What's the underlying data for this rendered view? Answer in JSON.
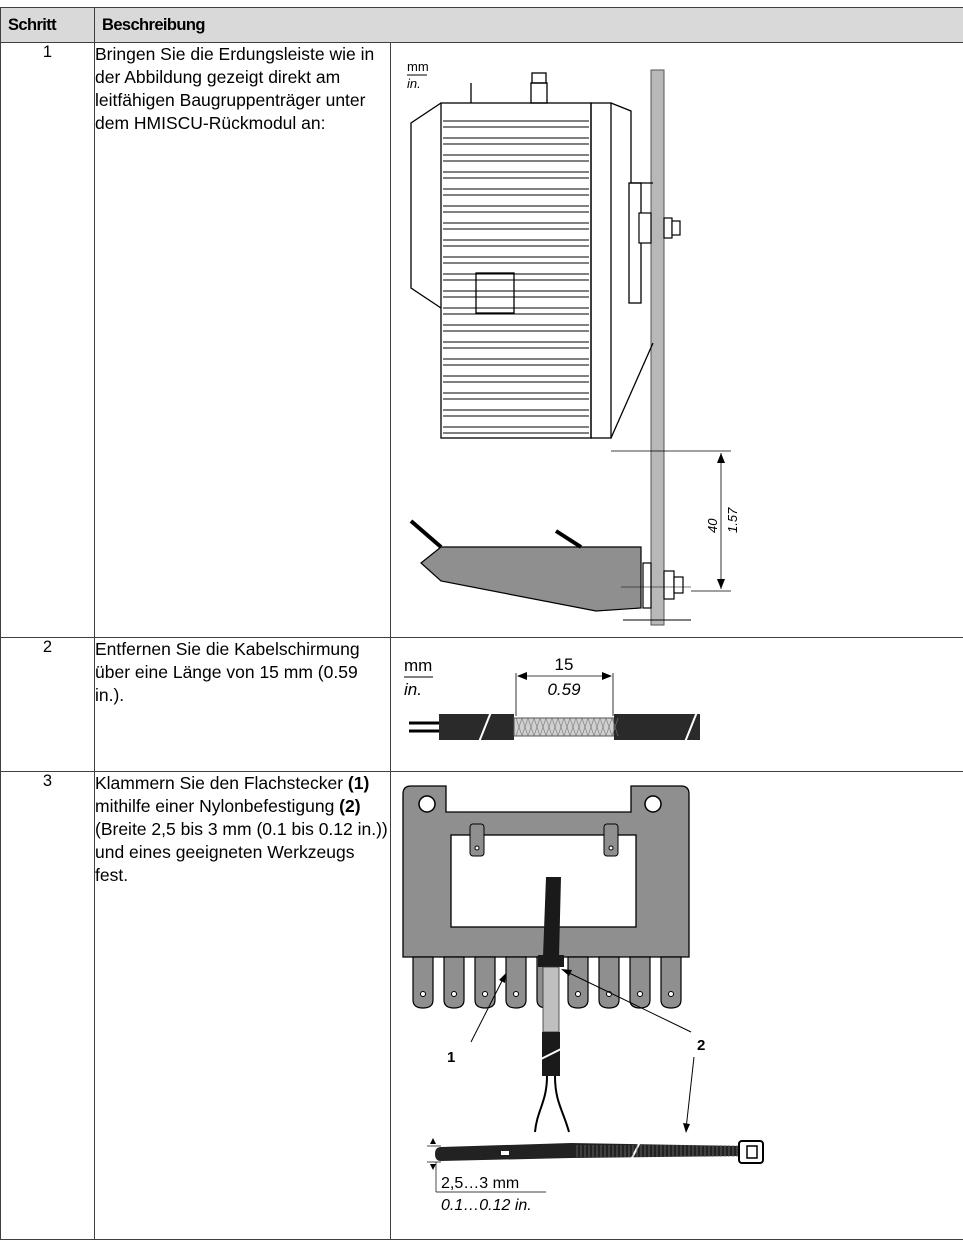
{
  "table": {
    "headers": [
      "Schritt",
      "Beschreibung"
    ],
    "rows": [
      {
        "step": "1",
        "text": "Bringen Sie die Erdungsleiste wie in der Abbildung gezeigt direkt am leitfähigen Baugruppenträger unter dem HMISCU-Rückmodul an:",
        "figure": {
          "unit_top": "mm",
          "unit_bottom": "in.",
          "dim_mm": "40",
          "dim_in": "1.57"
        }
      },
      {
        "step": "2",
        "text": "Entfernen Sie die Kabelschirmung über eine Länge von 15 mm (0.59 in.).",
        "figure": {
          "unit_top": "mm",
          "unit_bottom": "in.",
          "dim_mm": "15",
          "dim_in": "0.59"
        }
      },
      {
        "step": "3",
        "text_parts": [
          "Klammern Sie den Flachstecker ",
          "(1)",
          " mithilfe einer Nylonbefestigung ",
          "(2)",
          " (Breite 2,5 bis 3 mm (0.1 bis 0.12 in.)) und eines geeigneten Werkzeugs fest."
        ],
        "figure": {
          "callout_1": "1",
          "callout_2": "2",
          "dim_mm": "2,5…3 mm",
          "dim_in": "0.1…0.12 in."
        }
      }
    ]
  },
  "colors": {
    "header_bg": "#d9d9d9",
    "metal": "#8f8f8f",
    "rail": "#b8b8b8",
    "cable": "#1a1a1a"
  }
}
